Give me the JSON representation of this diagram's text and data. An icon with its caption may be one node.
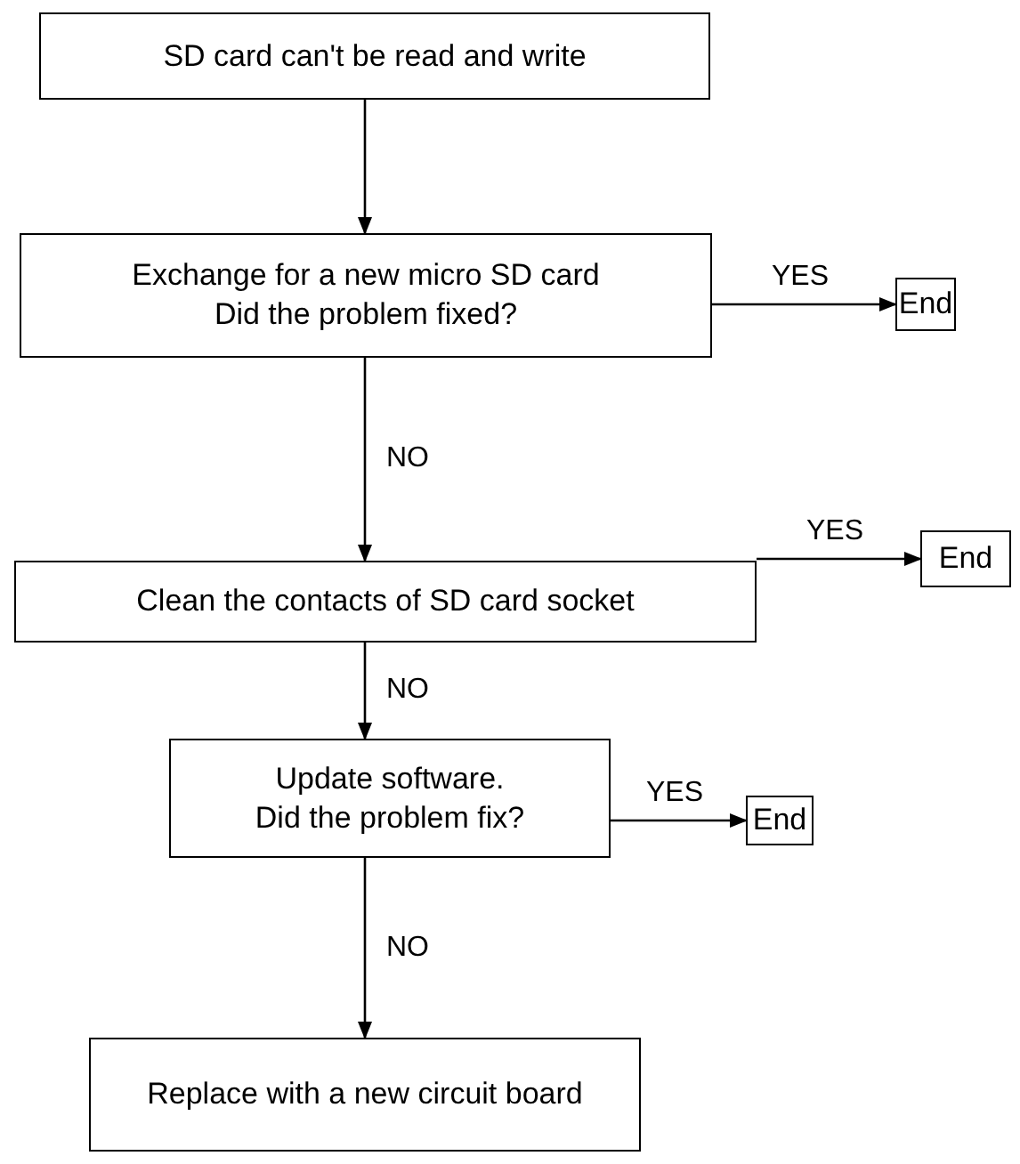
{
  "diagram": {
    "nodes": [
      {
        "text": [
          "SD card can't be read and write"
        ]
      },
      {
        "text": [
          "Exchange for a new micro SD card",
          "Did the problem fixed?"
        ]
      },
      {
        "text": [
          "End"
        ]
      },
      {
        "text": [
          "Clean the contacts of SD card socket"
        ]
      },
      {
        "text": [
          "End"
        ]
      },
      {
        "text": [
          "Update software.",
          "Did the problem fix?"
        ]
      },
      {
        "text": [
          "End"
        ]
      },
      {
        "text": [
          "Replace with a new circuit board"
        ]
      }
    ],
    "edges": [
      {
        "from": 0,
        "to": 1,
        "arrow": "to"
      },
      {
        "from": 1,
        "to": 2,
        "arrow": "to",
        "label": "YES"
      },
      {
        "from": 1,
        "to": 3,
        "arrow": "to",
        "label": "NO"
      },
      {
        "from": 3,
        "to": 4,
        "arrow": "to",
        "label": "YES"
      },
      {
        "from": 3,
        "to": 5,
        "arrow": "to",
        "label": "NO"
      },
      {
        "from": 5,
        "to": 6,
        "arrow": "to",
        "label": "YES"
      },
      {
        "from": 5,
        "to": 7,
        "arrow": "to",
        "label": "NO"
      }
    ]
  }
}
